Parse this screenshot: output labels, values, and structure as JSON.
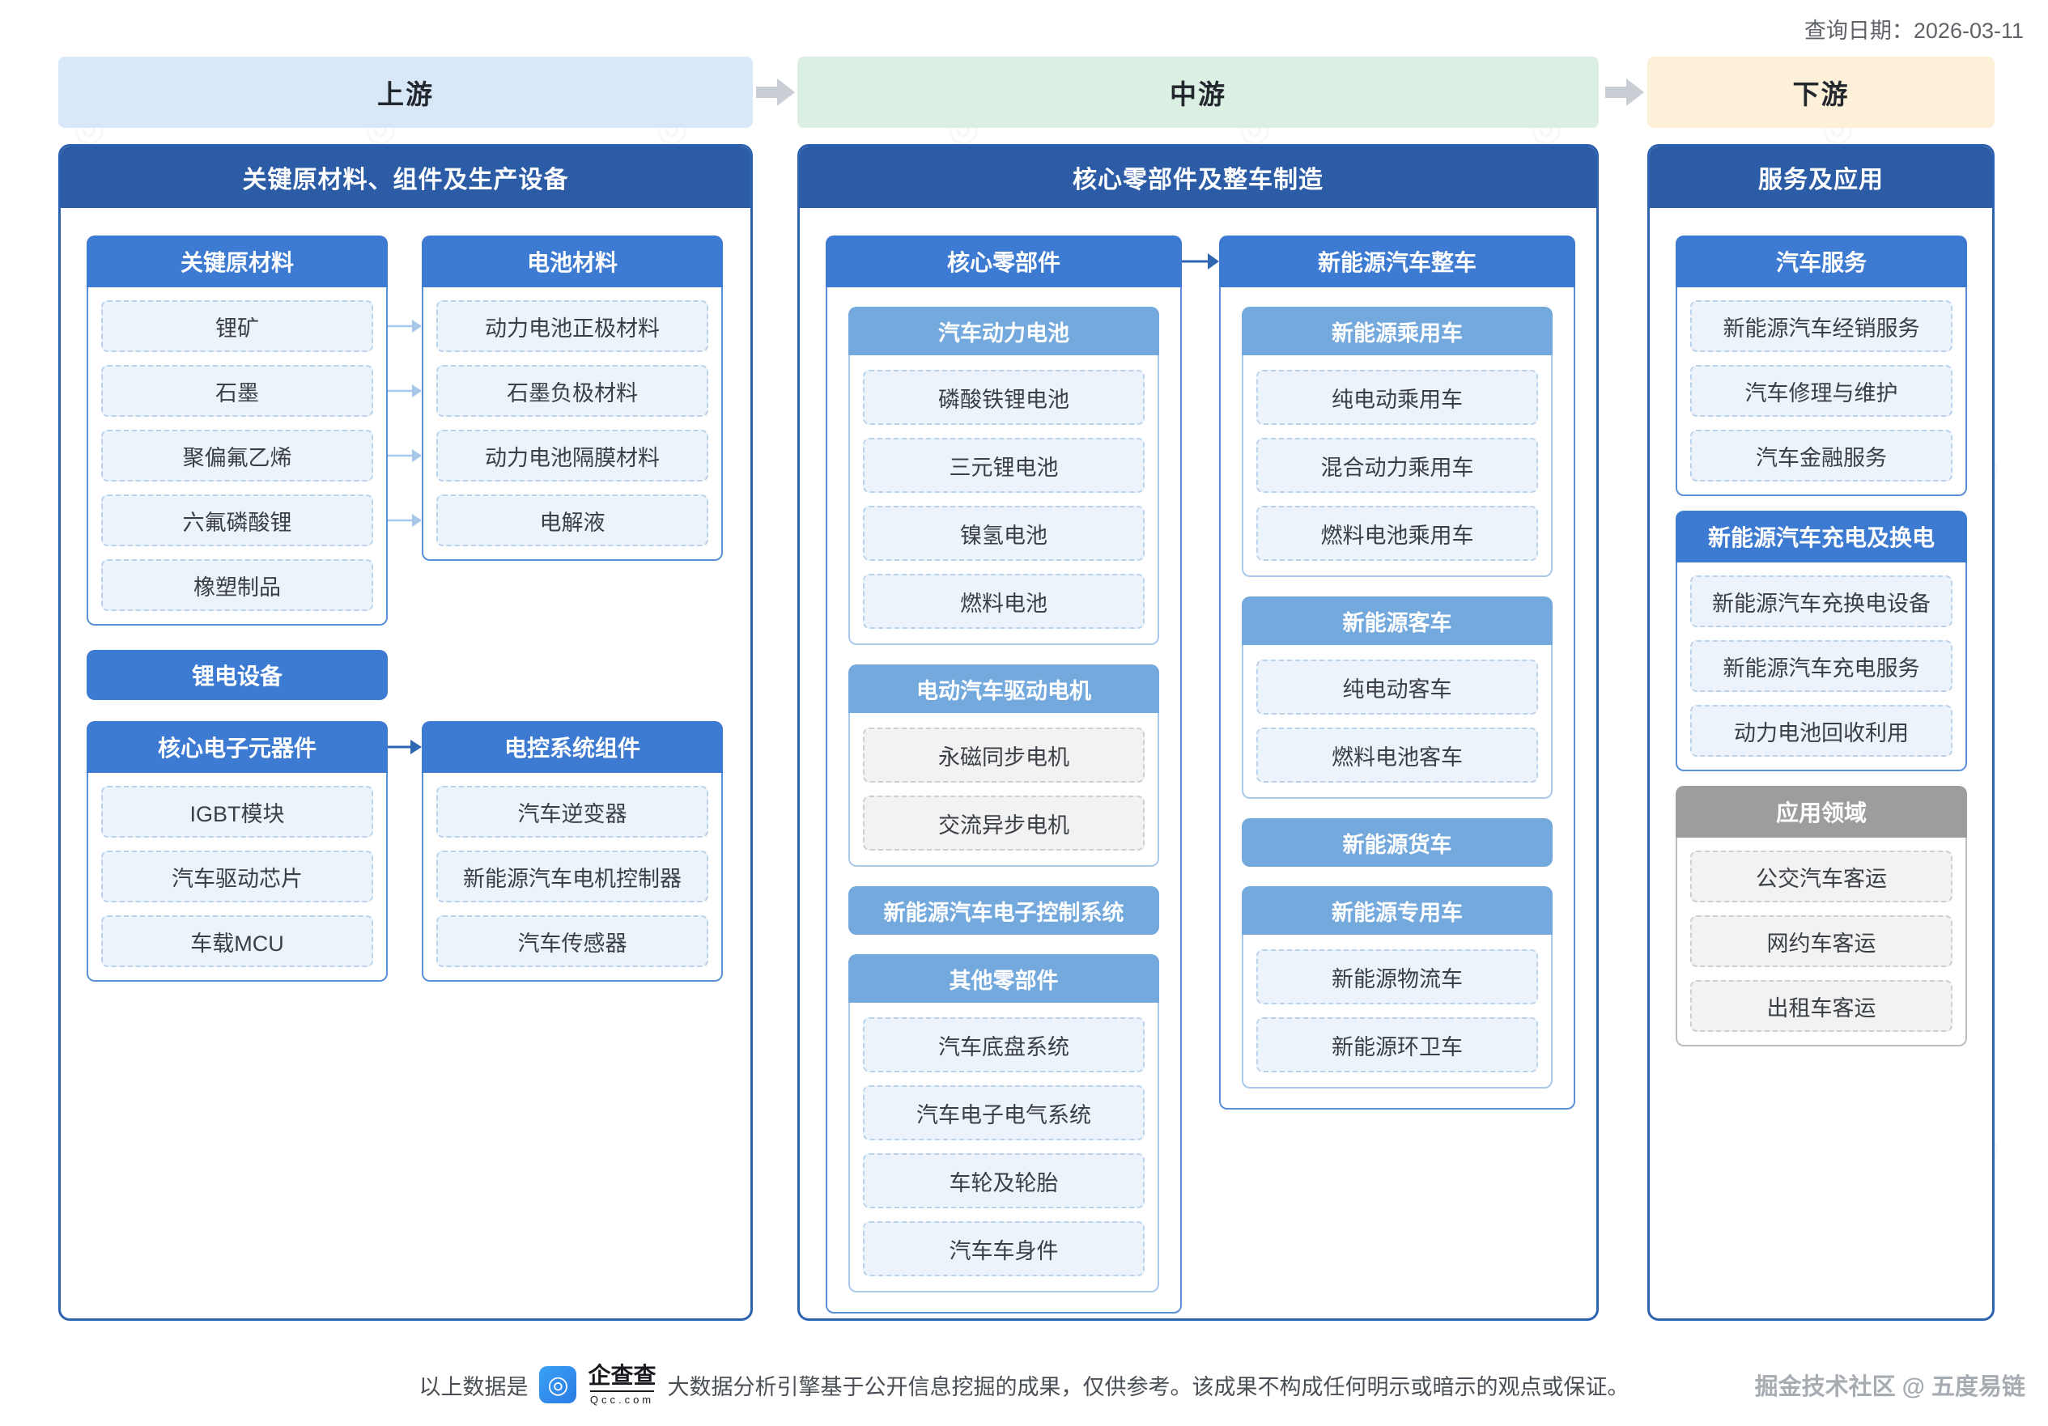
{
  "page": {
    "query_date": "查询日期：2026-03-11",
    "stages": {
      "up": "上游",
      "mid": "中游",
      "down": "下游"
    },
    "footer": {
      "prefix": "以上数据是",
      "brand": "企查查",
      "brand_sub": "Qcc.com",
      "disclaimer": "大数据分析引擎基于公开信息挖掘的成果，仅供参考。该成果不构成任何明示或暗示的观点或保证。",
      "credit": "掘金技术社区 @ 五度易链"
    }
  },
  "colors": {
    "panel_border": "#2D62B0",
    "header_dark_blue": "#2B5CA5",
    "header_blue": "#3D7AD2",
    "header_light_blue": "#74A9DD",
    "header_gray": "#9D9D9D",
    "stage_up_bg": "#D8E8F8",
    "stage_mid_bg": "#DCEFE3",
    "stage_down_bg": "#FCF1D8",
    "brand_blue": "#2E86EA"
  },
  "upstream": {
    "title": "关键原材料、组件及生产设备",
    "raw_materials": {
      "title": "关键原材料",
      "items": [
        "锂矿",
        "石墨",
        "聚偏氟乙烯",
        "六氟磷酸锂",
        "橡塑制品"
      ]
    },
    "battery_materials": {
      "title": "电池材料",
      "items": [
        "动力电池正极材料",
        "石墨负极材料",
        "动力电池隔膜材料",
        "电解液"
      ]
    },
    "lithium_equipment": {
      "title": "锂电设备"
    },
    "core_electronics": {
      "title": "核心电子元器件",
      "items": [
        "IGBT模块",
        "汽车驱动芯片",
        "车载MCU"
      ]
    },
    "ecs_components": {
      "title": "电控系统组件",
      "items": [
        "汽车逆变器",
        "新能源汽车电机控制器",
        "汽车传感器"
      ]
    }
  },
  "midstream": {
    "title": "核心零部件及整车制造",
    "core_parts": {
      "title": "核心零部件",
      "power_battery": {
        "title": "汽车动力电池",
        "items": [
          "磷酸铁锂电池",
          "三元锂电池",
          "镍氢电池",
          "燃料电池"
        ]
      },
      "drive_motor": {
        "title": "电动汽车驱动电机",
        "items": [
          "永磁同步电机",
          "交流异步电机"
        ]
      },
      "electronic_control": {
        "title": "新能源汽车电子控制系统"
      },
      "other_parts": {
        "title": "其他零部件",
        "items": [
          "汽车底盘系统",
          "汽车电子电气系统",
          "车轮及轮胎",
          "汽车车身件"
        ]
      }
    },
    "complete_vehicle": {
      "title": "新能源汽车整车",
      "passenger": {
        "title": "新能源乘用车",
        "items": [
          "纯电动乘用车",
          "混合动力乘用车",
          "燃料电池乘用车"
        ]
      },
      "bus": {
        "title": "新能源客车",
        "items": [
          "纯电动客车",
          "燃料电池客车"
        ]
      },
      "truck": {
        "title": "新能源货车"
      },
      "special": {
        "title": "新能源专用车",
        "items": [
          "新能源物流车",
          "新能源环卫车"
        ]
      }
    }
  },
  "downstream": {
    "title": "服务及应用",
    "auto_service": {
      "title": "汽车服务",
      "items": [
        "新能源汽车经销服务",
        "汽车修理与维护",
        "汽车金融服务"
      ]
    },
    "charging": {
      "title": "新能源汽车充电及换电",
      "items": [
        "新能源汽车充换电设备",
        "新能源汽车充电服务",
        "动力电池回收利用"
      ]
    },
    "application": {
      "title": "应用领域",
      "items": [
        "公交汽车客运",
        "网约车客运",
        "出租车客运"
      ]
    }
  }
}
